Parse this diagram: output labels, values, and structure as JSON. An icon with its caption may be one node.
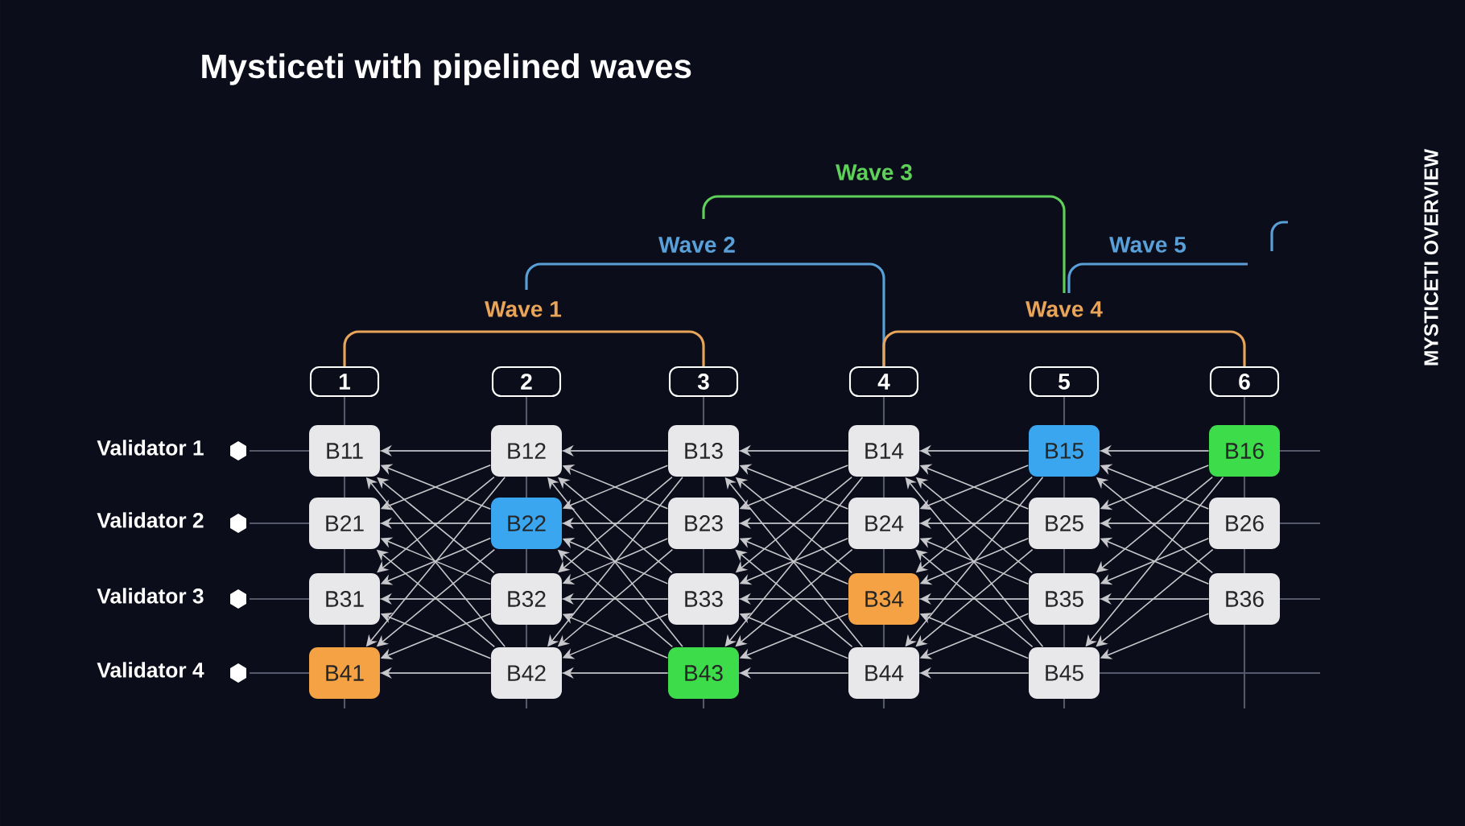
{
  "diagram": {
    "title": "Mysticeti with pipelined waves",
    "nodes": [
      {
        "text": [
          "1"
        ]
      },
      {
        "text": [
          "2"
        ]
      },
      {
        "text": [
          "3"
        ]
      },
      {
        "text": [
          "4"
        ]
      },
      {
        "text": [
          "5"
        ]
      },
      {
        "text": [
          "6"
        ]
      },
      {
        "text": [
          "B11"
        ]
      },
      {
        "text": [
          "B12"
        ]
      },
      {
        "text": [
          "B13"
        ]
      },
      {
        "text": [
          "B14"
        ]
      },
      {
        "text": [
          "B15"
        ]
      },
      {
        "text": [
          "B16"
        ]
      },
      {
        "text": [
          "B21"
        ]
      },
      {
        "text": [
          "B22"
        ]
      },
      {
        "text": [
          "B23"
        ]
      },
      {
        "text": [
          "B24"
        ]
      },
      {
        "text": [
          "B25"
        ]
      },
      {
        "text": [
          "B26"
        ]
      },
      {
        "text": [
          "B31"
        ]
      },
      {
        "text": [
          "B32"
        ]
      },
      {
        "text": [
          "B33"
        ]
      },
      {
        "text": [
          "B34"
        ]
      },
      {
        "text": [
          "B35"
        ]
      },
      {
        "text": [
          "B36"
        ]
      },
      {
        "text": [
          "B41"
        ]
      },
      {
        "text": [
          "B42"
        ]
      },
      {
        "text": [
          "B43"
        ]
      },
      {
        "text": [
          "B44"
        ]
      },
      {
        "text": [
          "B45"
        ]
      }
    ],
    "edges": [
      {
        "from": 7,
        "to": 6,
        "arrow": "to"
      },
      {
        "from": 7,
        "to": 12,
        "arrow": "to"
      },
      {
        "from": 7,
        "to": 18,
        "arrow": "to"
      },
      {
        "from": 7,
        "to": 24,
        "arrow": "to"
      },
      {
        "from": 13,
        "to": 6,
        "arrow": "to"
      },
      {
        "from": 13,
        "to": 12,
        "arrow": "to"
      },
      {
        "from": 13,
        "to": 18,
        "arrow": "to"
      },
      {
        "from": 13,
        "to": 24,
        "arrow": "to"
      },
      {
        "from": 19,
        "to": 6,
        "arrow": "to"
      },
      {
        "from": 19,
        "to": 12,
        "arrow": "to"
      },
      {
        "from": 19,
        "to": 18,
        "arrow": "to"
      },
      {
        "from": 19,
        "to": 24,
        "arrow": "to"
      },
      {
        "from": 25,
        "to": 6,
        "arrow": "to"
      },
      {
        "from": 25,
        "to": 12,
        "arrow": "to"
      },
      {
        "from": 25,
        "to": 18,
        "arrow": "to"
      },
      {
        "from": 25,
        "to": 24,
        "arrow": "to"
      },
      {
        "from": 8,
        "to": 7,
        "arrow": "to"
      },
      {
        "from": 8,
        "to": 13,
        "arrow": "to"
      },
      {
        "from": 8,
        "to": 19,
        "arrow": "to"
      },
      {
        "from": 8,
        "to": 25,
        "arrow": "to"
      },
      {
        "from": 14,
        "to": 7,
        "arrow": "to"
      },
      {
        "from": 14,
        "to": 13,
        "arrow": "to"
      },
      {
        "from": 14,
        "to": 19,
        "arrow": "to"
      },
      {
        "from": 14,
        "to": 25,
        "arrow": "to"
      },
      {
        "from": 20,
        "to": 7,
        "arrow": "to"
      },
      {
        "from": 20,
        "to": 13,
        "arrow": "to"
      },
      {
        "from": 20,
        "to": 19,
        "arrow": "to"
      },
      {
        "from": 20,
        "to": 25,
        "arrow": "to"
      },
      {
        "from": 26,
        "to": 7,
        "arrow": "to"
      },
      {
        "from": 26,
        "to": 13,
        "arrow": "to"
      },
      {
        "from": 26,
        "to": 19,
        "arrow": "to"
      },
      {
        "from": 26,
        "to": 25,
        "arrow": "to"
      },
      {
        "from": 9,
        "to": 8,
        "arrow": "to"
      },
      {
        "from": 9,
        "to": 14,
        "arrow": "to"
      },
      {
        "from": 9,
        "to": 20,
        "arrow": "to"
      },
      {
        "from": 9,
        "to": 26,
        "arrow": "to"
      },
      {
        "from": 15,
        "to": 8,
        "arrow": "to"
      },
      {
        "from": 15,
        "to": 14,
        "arrow": "to"
      },
      {
        "from": 15,
        "to": 20,
        "arrow": "to"
      },
      {
        "from": 15,
        "to": 26,
        "arrow": "to"
      },
      {
        "from": 21,
        "to": 8,
        "arrow": "to"
      },
      {
        "from": 21,
        "to": 14,
        "arrow": "to"
      },
      {
        "from": 21,
        "to": 20,
        "arrow": "to"
      },
      {
        "from": 21,
        "to": 26,
        "arrow": "to"
      },
      {
        "from": 27,
        "to": 8,
        "arrow": "to"
      },
      {
        "from": 27,
        "to": 14,
        "arrow": "to"
      },
      {
        "from": 27,
        "to": 20,
        "arrow": "to"
      },
      {
        "from": 27,
        "to": 26,
        "arrow": "to"
      },
      {
        "from": 10,
        "to": 9,
        "arrow": "to"
      },
      {
        "from": 10,
        "to": 15,
        "arrow": "to"
      },
      {
        "from": 10,
        "to": 21,
        "arrow": "to"
      },
      {
        "from": 10,
        "to": 27,
        "arrow": "to"
      },
      {
        "from": 16,
        "to": 9,
        "arrow": "to"
      },
      {
        "from": 16,
        "to": 15,
        "arrow": "to"
      },
      {
        "from": 16,
        "to": 21,
        "arrow": "to"
      },
      {
        "from": 16,
        "to": 27,
        "arrow": "to"
      },
      {
        "from": 22,
        "to": 9,
        "arrow": "to"
      },
      {
        "from": 22,
        "to": 15,
        "arrow": "to"
      },
      {
        "from": 22,
        "to": 21,
        "arrow": "to"
      },
      {
        "from": 22,
        "to": 27,
        "arrow": "to"
      },
      {
        "from": 28,
        "to": 9,
        "arrow": "to"
      },
      {
        "from": 28,
        "to": 15,
        "arrow": "to"
      },
      {
        "from": 28,
        "to": 21,
        "arrow": "to"
      },
      {
        "from": 28,
        "to": 27,
        "arrow": "to"
      },
      {
        "from": 11,
        "to": 10,
        "arrow": "to"
      },
      {
        "from": 11,
        "to": 16,
        "arrow": "to"
      },
      {
        "from": 11,
        "to": 22,
        "arrow": "to"
      },
      {
        "from": 11,
        "to": 28,
        "arrow": "to"
      },
      {
        "from": 17,
        "to": 10,
        "arrow": "to"
      },
      {
        "from": 17,
        "to": 16,
        "arrow": "to"
      },
      {
        "from": 17,
        "to": 22,
        "arrow": "to"
      },
      {
        "from": 17,
        "to": 28,
        "arrow": "to"
      },
      {
        "from": 23,
        "to": 10,
        "arrow": "to"
      },
      {
        "from": 23,
        "to": 16,
        "arrow": "to"
      },
      {
        "from": 23,
        "to": 22,
        "arrow": "to"
      },
      {
        "from": 23,
        "to": 28,
        "arrow": "to"
      }
    ],
    "labels": [
      "Wave 3",
      "Wave 2",
      "Wave 5",
      "Wave 1",
      "Wave 4",
      "MYSTICETI OVERVIEW",
      "Validator 1",
      "Validator 2",
      "Validator 3",
      "Validator 4"
    ]
  }
}
